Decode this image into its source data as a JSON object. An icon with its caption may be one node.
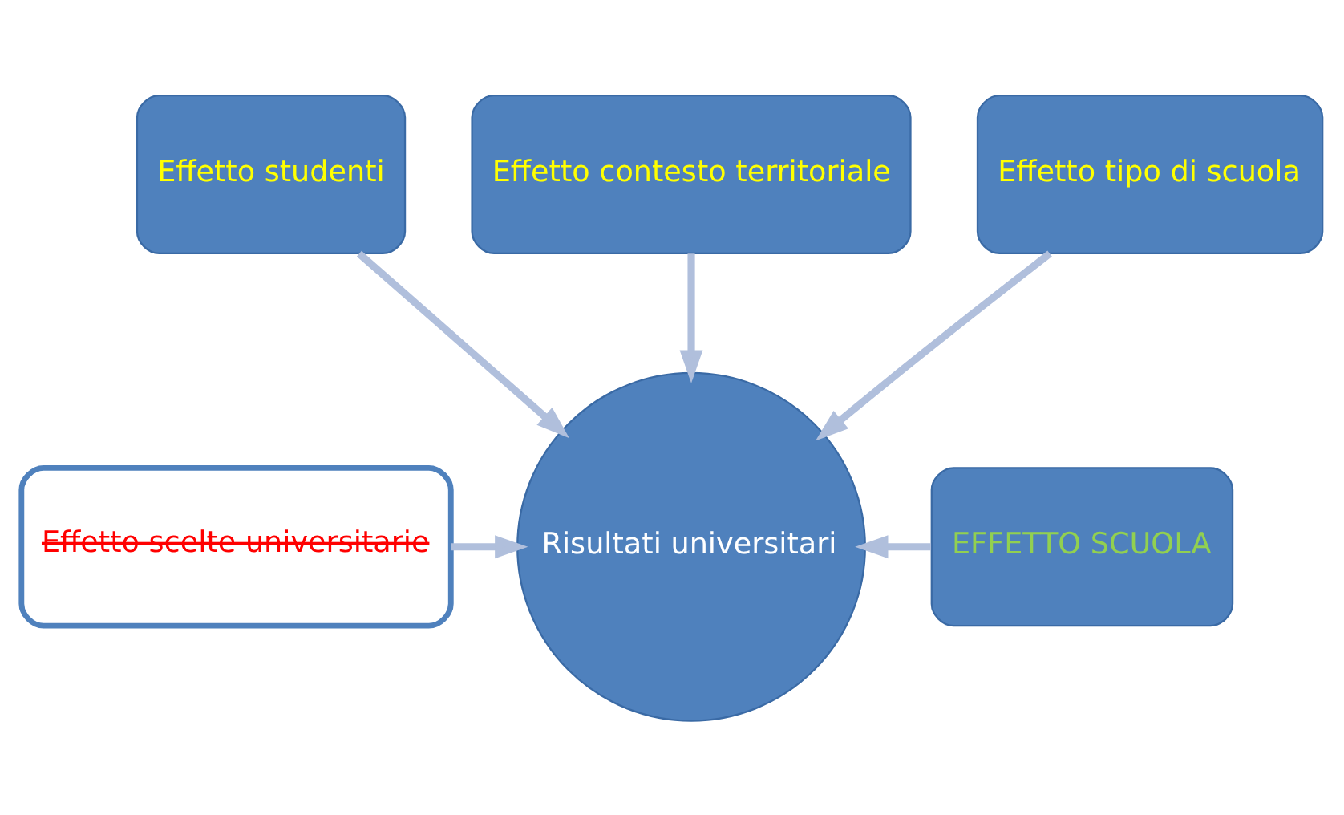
{
  "diagram": {
    "nodes": [
      {
        "text": [
          "Effetto studenti"
        ]
      },
      {
        "text": [
          "Effetto contesto territoriale"
        ]
      },
      {
        "text": [
          "Effetto tipo di scuola"
        ]
      },
      {
        "text": [
          "Effetto scelte universitarie"
        ]
      },
      {
        "text": [
          "Risultati universitari"
        ]
      },
      {
        "text": [
          "EFFETTO SCUOLA"
        ]
      }
    ],
    "edges": [
      {
        "from": 0,
        "to": 4,
        "arrow": "to"
      },
      {
        "from": 1,
        "to": 4,
        "arrow": "to"
      },
      {
        "from": 2,
        "to": 4,
        "arrow": "to"
      },
      {
        "from": 3,
        "to": 4,
        "arrow": "to"
      },
      {
        "from": 5,
        "to": 4,
        "arrow": "to"
      }
    ]
  }
}
